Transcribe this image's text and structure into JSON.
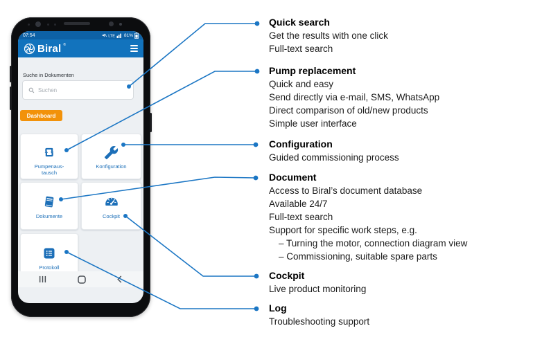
{
  "phone": {
    "status": {
      "time": "07:54",
      "battery": "81%",
      "icons": [
        "mute-icon",
        "lte-icon",
        "signal-icon",
        "battery-icon"
      ]
    },
    "header": {
      "brand": "Biral",
      "reg_mark": "®",
      "logo_icon": "biral-rotor-icon",
      "menu_icon": "hamburger-icon"
    },
    "search": {
      "label": "Suche in Dokumenten",
      "placeholder": "Suchen",
      "icon": "search-icon"
    },
    "dashboard_label": "Dashboard",
    "tiles": [
      {
        "id": "pumpenaustausch",
        "icon": "swap-arrows-icon",
        "label_lines": [
          "Pumpenaus-",
          "tausch"
        ]
      },
      {
        "id": "konfiguration",
        "icon": "wrench-icon",
        "label_lines": [
          "Konfiguration"
        ]
      },
      {
        "id": "dokumente",
        "icon": "book-icon",
        "label_lines": [
          "Dokumente"
        ]
      },
      {
        "id": "cockpit",
        "icon": "gauge-icon",
        "label_lines": [
          "Cockpit"
        ]
      },
      {
        "id": "protokoll",
        "icon": "list-icon",
        "label_lines": [
          "Protokoll"
        ]
      }
    ],
    "nav": {
      "icons": [
        "recents-icon",
        "home-icon",
        "back-icon"
      ]
    }
  },
  "annotations": [
    {
      "title": "Quick search",
      "lines": [
        "Get the results with one click",
        "Full-text search"
      ]
    },
    {
      "title": "Pump replacement",
      "lines": [
        "Quick and easy",
        "Send directly via e-mail, SMS, WhatsApp",
        "Direct comparison of old/new products",
        "Simple user interface"
      ]
    },
    {
      "title": "Configuration",
      "lines": [
        "Guided commissioning process"
      ]
    },
    {
      "title": "Document",
      "lines": [
        "Access to Biral’s document database",
        "Available 24/7",
        "Full-text search",
        "Support for specific work steps, e.g.",
        "– Turning the motor, connection diagram view",
        "– Commissioning, suitable spare parts"
      ]
    },
    {
      "title": "Cockpit",
      "lines": [
        "Live product monitoring"
      ]
    },
    {
      "title": "Log",
      "lines": [
        "Troubleshooting support"
      ]
    }
  ],
  "colors": {
    "header_blue": "#1273bd",
    "status_blue": "#0d61a6",
    "tile_blue": "#1c6fb8",
    "accent_orange": "#f2920a",
    "connector_blue": "#1b76c4",
    "screen_bg": "#edf0f3"
  }
}
